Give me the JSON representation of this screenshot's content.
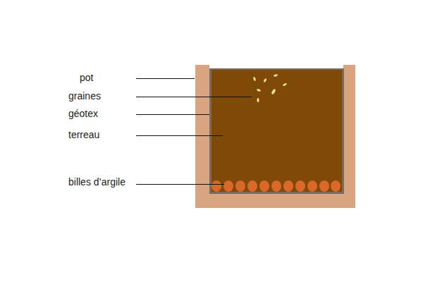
{
  "diagram": {
    "labels": [
      "pot",
      "graines",
      "géotex",
      "terreau",
      "billes d’argile"
    ]
  }
}
